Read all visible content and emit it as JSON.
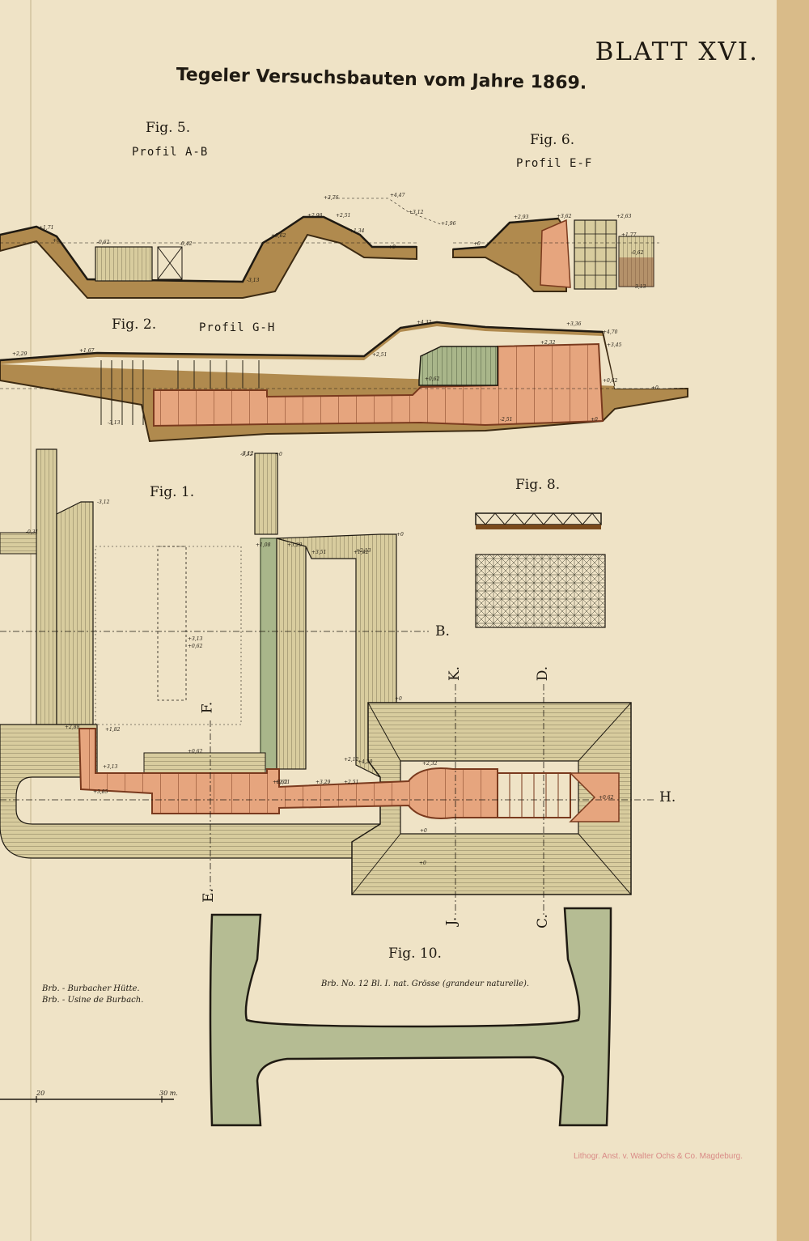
{
  "sheet": {
    "sheet_id": "BLATT XVI.",
    "title": "Tegeler Versuchsbauten vom Jahre 1869.",
    "lithographer": "Lithogr. Anst. v. Walter Ochs & Co. Magdeburg."
  },
  "figures": {
    "fig5": {
      "label": "Fig. 5.",
      "profile": "Profil A-B"
    },
    "fig6": {
      "label": "Fig. 6.",
      "profile": "Profil E-F"
    },
    "fig2": {
      "label": "Fig. 2.",
      "profile": "Profil G-H"
    },
    "fig1": {
      "label": "Fig. 1."
    },
    "fig8": {
      "label": "Fig. 8."
    },
    "fig10": {
      "label": "Fig. 10.",
      "caption": "Brb. No. 12 Bl. I. nat. Grösse (grandeur naturelle)."
    }
  },
  "section_markers": {
    "b": "B.",
    "h": "H.",
    "k": "K.",
    "d": "D.",
    "f": "F.",
    "e": "E.",
    "j": "J.",
    "c": "C."
  },
  "legend": {
    "line1": "Brb. - Burbacher Hütte.",
    "line2": "Brb. - Usine de Burbach."
  },
  "scale": {
    "mark_20": "20",
    "mark_30": "30 m."
  },
  "elevations": {
    "fig5": [
      "+1,71",
      "+0",
      "-0,62",
      "-0,42",
      "-3,13",
      "+0,62",
      "+3,76",
      "+2,98",
      "+2,51",
      "+4,47",
      "+3,12",
      "+1,34",
      "+1,96",
      "+0"
    ],
    "fig6": [
      "+0",
      "+2,93",
      "+3,62",
      "+2,63",
      "+1,77",
      "-0,62",
      "-3,13"
    ],
    "fig2": [
      "+2,29",
      "+1,67",
      "+2,51",
      "+4,32",
      "+3,36",
      "+2,32",
      "+4,70",
      "+3,45",
      "+0,62",
      "+0",
      "-3,13",
      "-2,51",
      "+0,62",
      "+0",
      "-3,12"
    ],
    "fig1": [
      "-3,12",
      "+0",
      "-3,12",
      "-0,31",
      "+0,62",
      "+3,13",
      "+1,08",
      "+3,29",
      "+3,51",
      "+1,82",
      "+2,13",
      "+0,62",
      "+2,12",
      "+2,51",
      "+0",
      "+2,88",
      "+3,13",
      "+1,82",
      "+3,85",
      "+0,62",
      "+3,29",
      "+2,51",
      "+4,20",
      "+2,32",
      "+0",
      "+0,62",
      "+0",
      "+0"
    ]
  },
  "colors": {
    "paper": "#efe3c6",
    "ink": "#1f1a12",
    "masonry": "#e6a57e",
    "masonry_edge": "#7a3a1e",
    "earth": "#7a4a1c",
    "iron_green": "#a9b68a",
    "slope_khaki": "#d8cc9e",
    "lithograph_pink": "#d98a86"
  }
}
